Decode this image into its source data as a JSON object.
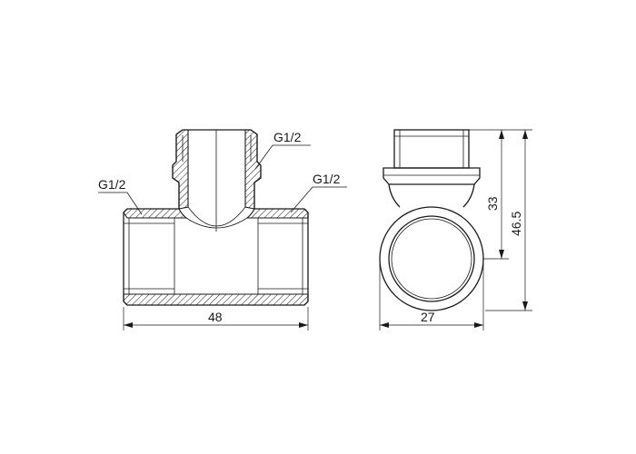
{
  "labels": {
    "thread_top": "G1/2",
    "thread_left": "G1/2",
    "thread_right": "G1/2"
  },
  "dimensions": {
    "width_front": "48",
    "width_side": "27",
    "height_body": "33",
    "height_total": "46.5"
  },
  "colors": {
    "line": "#1a1a1a",
    "background": "#ffffff"
  }
}
